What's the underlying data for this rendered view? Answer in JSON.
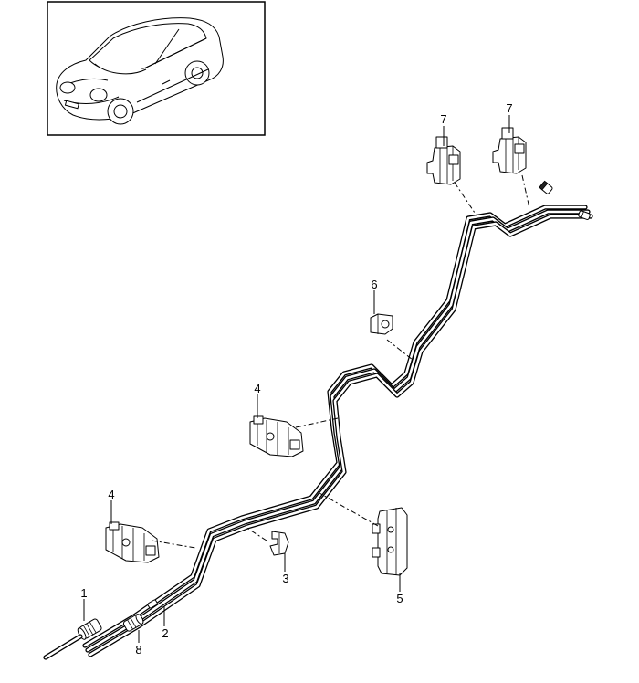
{
  "diagram": {
    "callouts": [
      {
        "id": "c1",
        "label": "1"
      },
      {
        "id": "c2",
        "label": "2"
      },
      {
        "id": "c3",
        "label": "3"
      },
      {
        "id": "c4a",
        "label": "4"
      },
      {
        "id": "c4b",
        "label": "4"
      },
      {
        "id": "c5",
        "label": "5"
      },
      {
        "id": "c6",
        "label": "6"
      },
      {
        "id": "c7a",
        "label": "7"
      },
      {
        "id": "c7b",
        "label": "7"
      },
      {
        "id": "c8",
        "label": "8"
      }
    ],
    "colors": {
      "line": "#000000",
      "background": "#ffffff"
    },
    "icons": {
      "car": "car-thumbnail-icon"
    }
  }
}
